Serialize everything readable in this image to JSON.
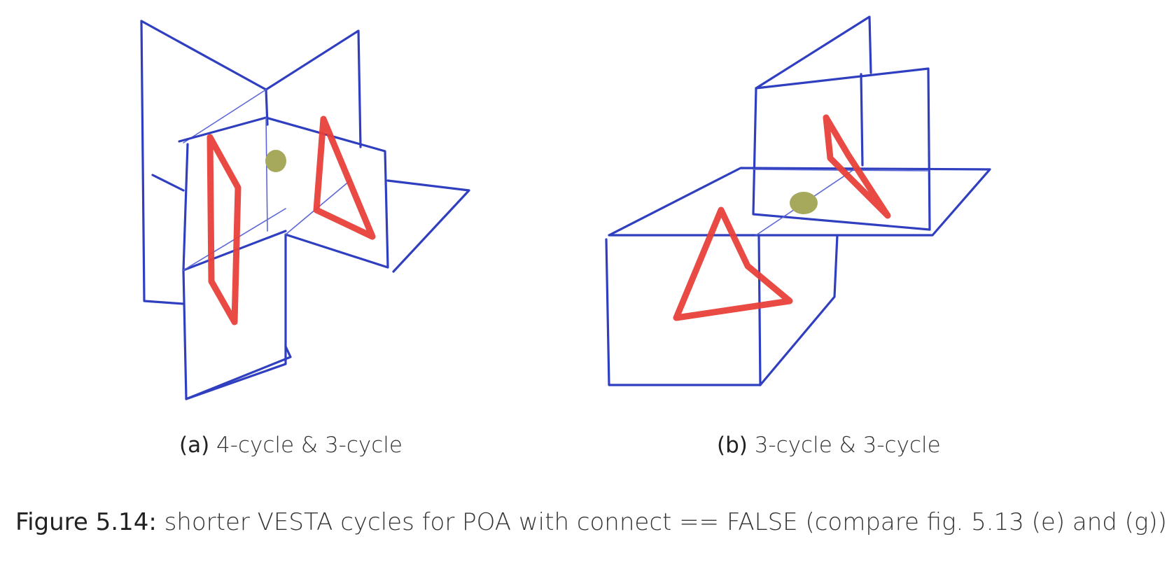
{
  "subfigures": [
    {
      "tag": "(a)",
      "caption": "4-cycle & 3-cycle"
    },
    {
      "tag": "(b)",
      "caption": "3-cycle & 3-cycle"
    }
  ],
  "figure": {
    "label": "Figure 5.14:",
    "caption": "shorter VESTA cycles for POA with connect == FALSE (compare fig. 5.13 (e) and (g))"
  },
  "colors": {
    "plane_lines": "#2f3fc0",
    "cycle_lines": "#e8403a",
    "center_dot": "#a6a95c"
  }
}
